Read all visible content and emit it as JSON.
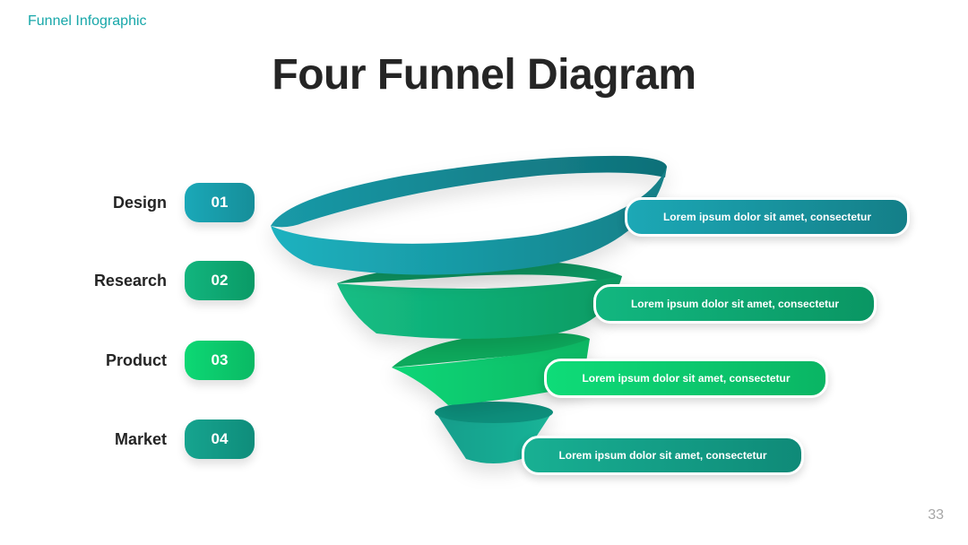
{
  "header": {
    "brand": "Funnel Infographic",
    "title": "Four Funnel Diagram"
  },
  "steps": [
    {
      "label": "Design",
      "number": "01",
      "description": "Lorem ipsum dolor sit amet, consectetur",
      "color": "#1aa3b3"
    },
    {
      "label": "Research",
      "number": "02",
      "description": "Lorem ipsum dolor sit amet, consectetur",
      "color": "#10b07a"
    },
    {
      "label": "Product",
      "number": "03",
      "description": "Lorem ipsum dolor sit amet, consectetur",
      "color": "#0dd172"
    },
    {
      "label": "Market",
      "number": "04",
      "description": "Lorem ipsum dolor sit amet, consectetur",
      "color": "#139f8a"
    }
  ],
  "footer": {
    "page_number": "33"
  }
}
